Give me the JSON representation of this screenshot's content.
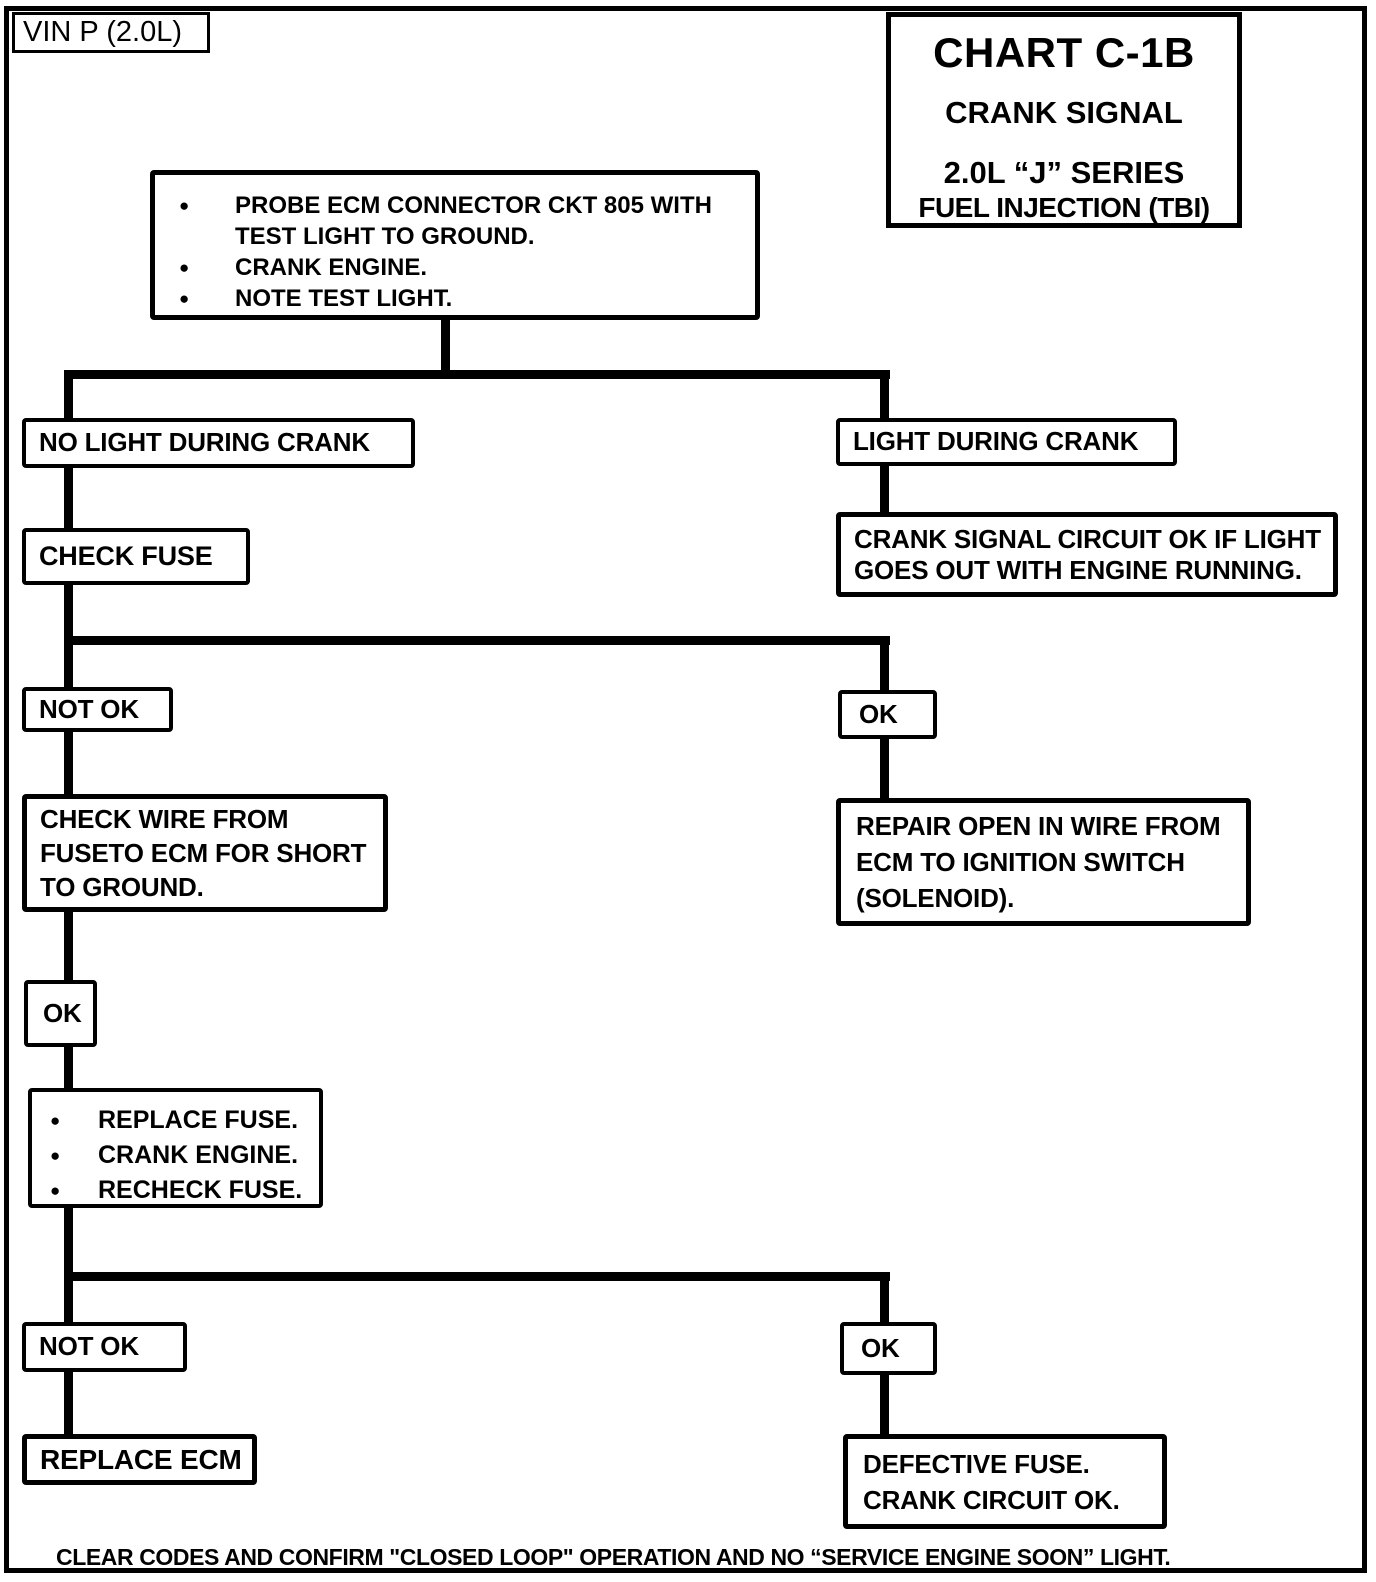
{
  "vin_label": "VIN P (2.0L)",
  "title_box": {
    "line1": "CHART C-1B",
    "line2": "CRANK SIGNAL",
    "line3": "2.0L “J” SERIES",
    "line4": "FUEL INJECTION (TBI)"
  },
  "nodes": {
    "start": {
      "bullets": [
        "PROBE ECM CONNECTOR CKT 805 WITH\nTEST LIGHT TO GROUND.",
        "CRANK ENGINE.",
        "NOTE TEST LIGHT."
      ]
    },
    "no_light_during_crank": "NO LIGHT DURING CRANK",
    "light_during_crank": "LIGHT DURING CRANK",
    "check_fuse": "CHECK FUSE",
    "crank_signal_circuit_ok": "CRANK SIGNAL CIRCUIT OK IF LIGHT\nGOES OUT WITH ENGINE RUNNING.",
    "not_ok_1": "NOT OK",
    "ok_1": "OK",
    "check_wire": "CHECK WIRE FROM\nFUSETO ECM FOR SHORT\nTO GROUND.",
    "repair_open": "REPAIR OPEN IN WIRE FROM\nECM TO IGNITION SWITCH\n(SOLENOID).",
    "ok_2": "OK",
    "replace_fuse": {
      "bullets": [
        "REPLACE FUSE.",
        "CRANK ENGINE.",
        "RECHECK FUSE."
      ]
    },
    "not_ok_2": "NOT OK",
    "ok_3": "OK",
    "replace_ecm": "REPLACE ECM",
    "defective_fuse": "DEFECTIVE FUSE.\nCRANK CIRCUIT OK.",
    "footer": "CLEAR CODES AND CONFIRM \"CLOSED LOOP\" OPERATION AND NO “SERVICE ENGINE SOON” LIGHT."
  },
  "colors": {
    "ink": "#000000",
    "paper": "#ffffff"
  }
}
